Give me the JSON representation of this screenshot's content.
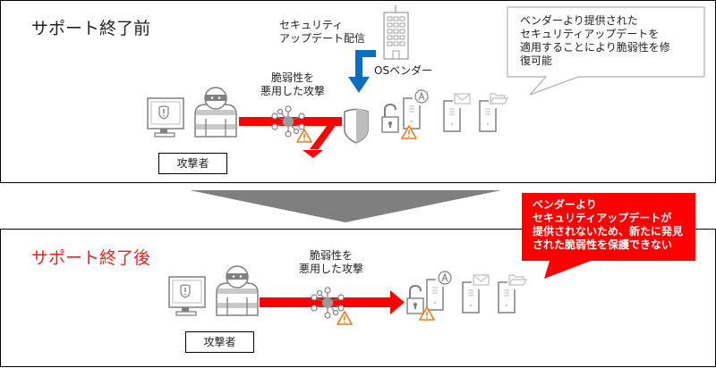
{
  "before": {
    "title": "サポート終了前",
    "update_label": [
      "セキュリティ",
      "アップデート配信"
    ],
    "vendor_label": "OSベンダー",
    "attack_label": [
      "脆弱性を",
      "悪用した攻撃"
    ],
    "attacker_label": "攻撃者",
    "callout": [
      "ベンダーより提供された",
      "セキュリティアップデートを",
      "適用することにより脆弱性を修",
      "復可能"
    ]
  },
  "after": {
    "title": "サポート終了後",
    "attack_label": [
      "脆弱性を",
      "悪用した攻撃"
    ],
    "attacker_label": "攻撃者",
    "callout": [
      "ベンダーより",
      "セキュリティアップデートが",
      "提供されないため、新たに発見",
      "された脆弱性を保護できない"
    ]
  },
  "colors": {
    "attack_red": "#ff0000",
    "update_blue": "#0a6fc2",
    "warning_orange": "#f07a1a",
    "transition_gray": "#7f7f7f",
    "after_title_red": "#ff1a1a",
    "icon_gray": "#808080"
  },
  "icons": [
    "attacker-pc-icon",
    "hacker-icon",
    "virus-network-icon",
    "warning-icon",
    "shield-icon",
    "building-icon",
    "unlocked-padlock-icon",
    "app-server-icon",
    "mail-server-icon",
    "file-server-icon"
  ]
}
